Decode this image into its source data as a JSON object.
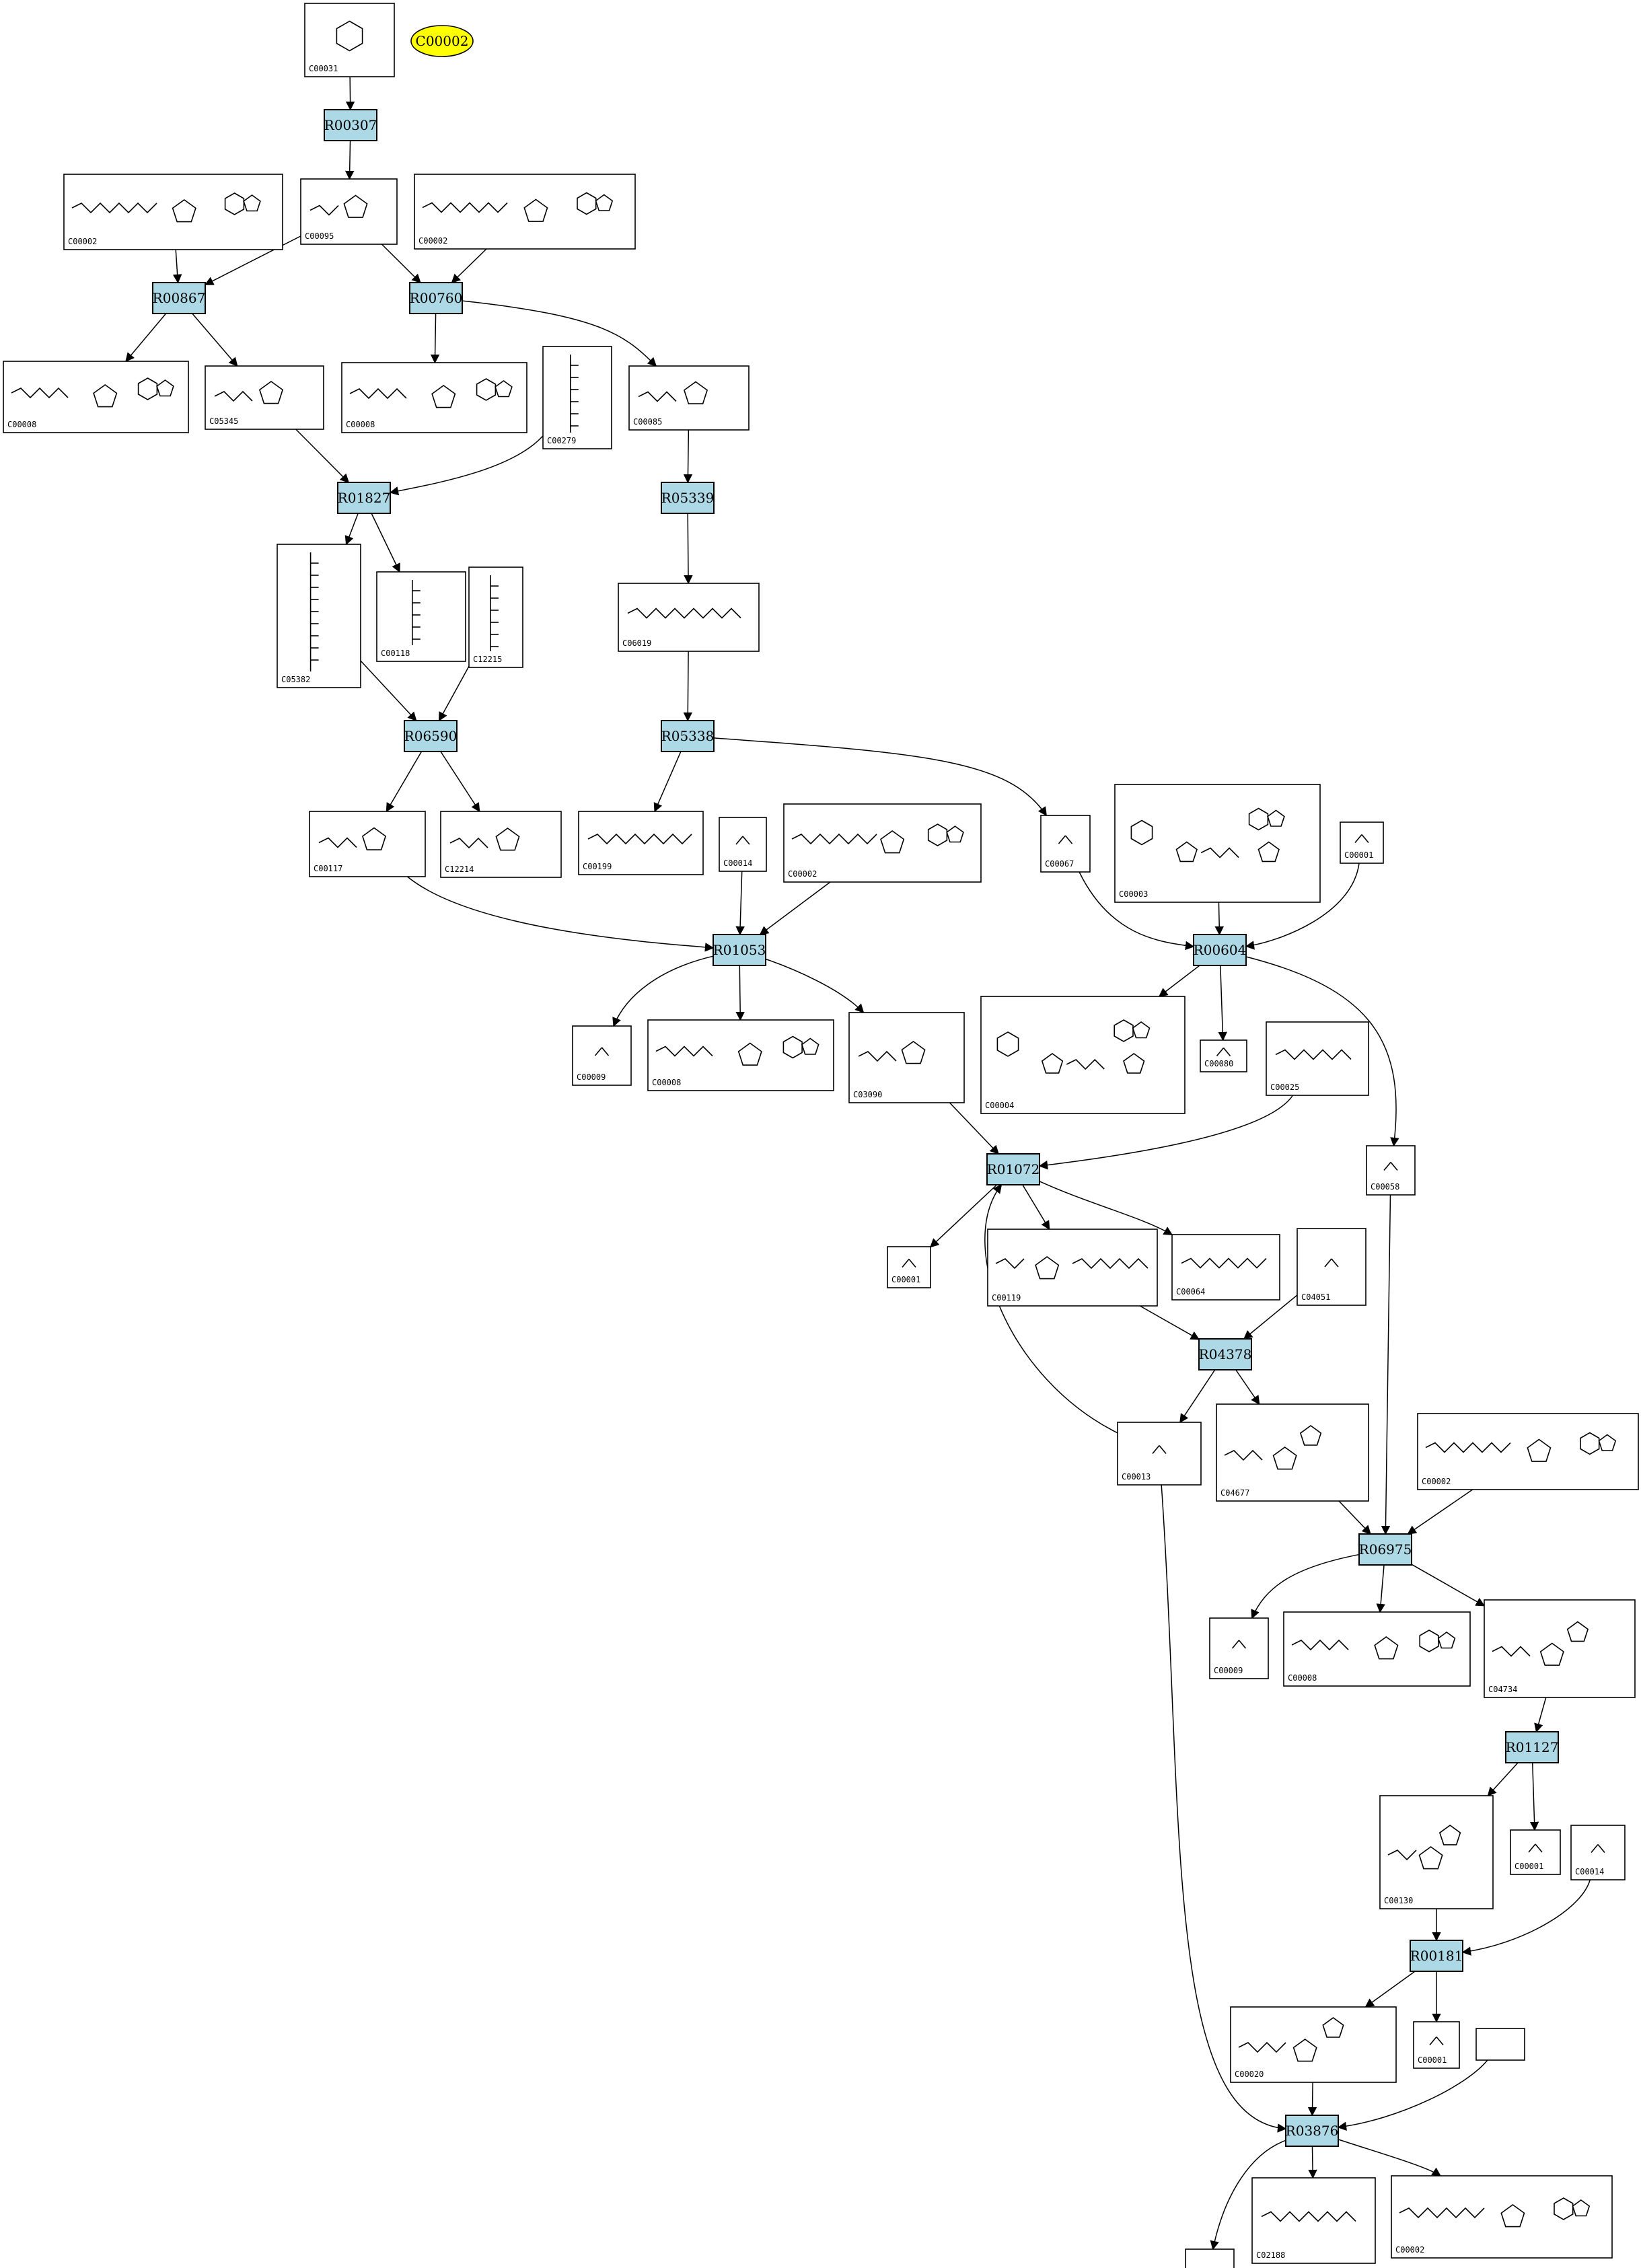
{
  "diagram": {
    "highlight": {
      "label": "C00002",
      "color": "#ffff00"
    },
    "reaction_color": "#add8e6",
    "reactions": [
      {
        "id": "R00307"
      },
      {
        "id": "R00867"
      },
      {
        "id": "R00760"
      },
      {
        "id": "R01827"
      },
      {
        "id": "R05339"
      },
      {
        "id": "R06590"
      },
      {
        "id": "R05338"
      },
      {
        "id": "R01053"
      },
      {
        "id": "R00604"
      },
      {
        "id": "R01072"
      },
      {
        "id": "R04378"
      },
      {
        "id": "R06975"
      },
      {
        "id": "R01127"
      },
      {
        "id": "R00181"
      },
      {
        "id": "R03876"
      }
    ],
    "compounds": [
      {
        "key": "n1",
        "label": "C00031"
      },
      {
        "key": "n2",
        "label": "C00002"
      },
      {
        "key": "n3",
        "label": "C00095"
      },
      {
        "key": "n4",
        "label": "C00002"
      },
      {
        "key": "n5",
        "label": "C00008"
      },
      {
        "key": "n6",
        "label": "C05345"
      },
      {
        "key": "n7",
        "label": "C00008"
      },
      {
        "key": "n8",
        "label": "C00279"
      },
      {
        "key": "n9",
        "label": "C00085"
      },
      {
        "key": "n10",
        "label": "C05382"
      },
      {
        "key": "n11",
        "label": "C00118"
      },
      {
        "key": "n12",
        "label": "C12215"
      },
      {
        "key": "n13",
        "label": "C06019"
      },
      {
        "key": "n14",
        "label": "C00117"
      },
      {
        "key": "n15",
        "label": "C12214"
      },
      {
        "key": "n16",
        "label": "C00199"
      },
      {
        "key": "n17",
        "label": "C00014"
      },
      {
        "key": "n18",
        "label": "C00002"
      },
      {
        "key": "n19",
        "label": "C00067"
      },
      {
        "key": "n20",
        "label": "C00003"
      },
      {
        "key": "n21",
        "label": "C00001"
      },
      {
        "key": "n22",
        "label": "C00009"
      },
      {
        "key": "n23",
        "label": "C00008"
      },
      {
        "key": "n24",
        "label": "C03090"
      },
      {
        "key": "n25",
        "label": "C00004"
      },
      {
        "key": "n26",
        "label": "C00080"
      },
      {
        "key": "n27",
        "label": "C00025"
      },
      {
        "key": "n28",
        "label": "C00058"
      },
      {
        "key": "n29",
        "label": "C00001"
      },
      {
        "key": "n30",
        "label": "C00119"
      },
      {
        "key": "n31",
        "label": "C00064"
      },
      {
        "key": "n32",
        "label": "C04051"
      },
      {
        "key": "n33",
        "label": "C00013"
      },
      {
        "key": "n34",
        "label": "C04677"
      },
      {
        "key": "n35",
        "label": "C00002"
      },
      {
        "key": "n36",
        "label": "C00009"
      },
      {
        "key": "n37",
        "label": "C00008"
      },
      {
        "key": "n38",
        "label": "C04734"
      },
      {
        "key": "n39",
        "label": "C00130"
      },
      {
        "key": "n40",
        "label": "C00001"
      },
      {
        "key": "n41",
        "label": "C00014"
      },
      {
        "key": "n42",
        "label": "C00020"
      },
      {
        "key": "n43",
        "label": "C00001"
      },
      {
        "key": "n44",
        "label": ""
      },
      {
        "key": "n45",
        "label": ""
      },
      {
        "key": "n46",
        "label": "C02188"
      },
      {
        "key": "n47",
        "label": "C00002"
      }
    ]
  }
}
